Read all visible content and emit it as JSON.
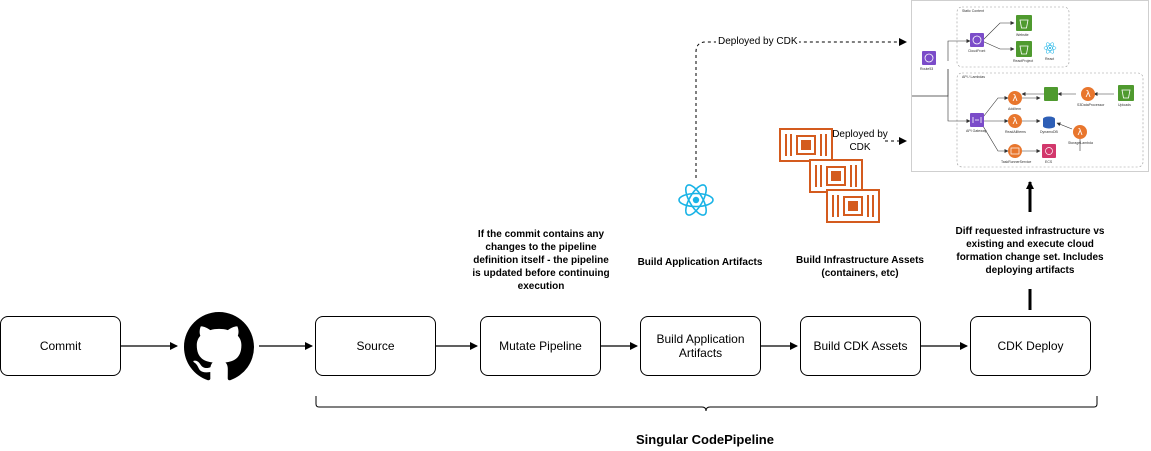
{
  "stages": [
    {
      "id": "commit",
      "label": "Commit"
    },
    {
      "id": "source",
      "label": "Source"
    },
    {
      "id": "mutate",
      "label": "Mutate Pipeline"
    },
    {
      "id": "build_app",
      "label": "Build Application Artifacts"
    },
    {
      "id": "build_cdk",
      "label": "Build CDK Assets"
    },
    {
      "id": "deploy",
      "label": "CDK Deploy"
    }
  ],
  "notes": {
    "mutate": "If the commit contains any changes to the pipeline definition itself - the pipeline is updated before continuing execution",
    "build_app": "Build Application Artifacts",
    "build_cdk": "Build Infrastructure Assets (containers, etc)",
    "deploy": "Diff requested infrastructure vs existing and execute cloud formation change set. Includes deploying artifacts"
  },
  "arrow_labels": {
    "app_deploy": "Deployed by CDK",
    "infra_deploy": "Deployed by CDK"
  },
  "group_label": "Singular CodePipeline",
  "icons": {
    "github": "github-logo-icon",
    "react": "react-logo-icon",
    "container": "container-image-icon"
  },
  "architecture_thumbnail": {
    "static_group": "Static Content",
    "api_group": "API / Lambdas",
    "cloudfront": "CloudFront",
    "website_bucket": "Website",
    "react_bucket": "ReactProject",
    "react_label": "React",
    "route53": "Route53",
    "api_gateway": "API Gateway",
    "lambda_1": "AddItem",
    "lambda_2": "ReadAllItems",
    "lambda_3": "StorageLambda",
    "lambda_4": "S3DataProcessor",
    "dynamodb": "DynamoDB",
    "task": "TaskRunnerService",
    "ecs": "ECS",
    "s3_raw": "Uploads"
  },
  "colors": {
    "stroke": "#000000",
    "container_orange": "#d45b1e",
    "react_blue": "#19b3e6",
    "lambda_orange": "#e8762d",
    "s3_green": "#4f9a2f",
    "purple": "#7b4cc9",
    "dynamodb_blue": "#2e5fb6",
    "ecs_pink": "#d2386c"
  }
}
